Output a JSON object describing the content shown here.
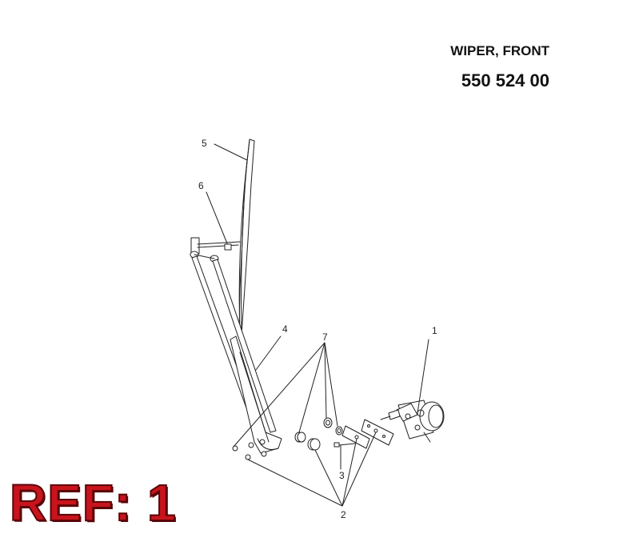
{
  "header": {
    "title": "WIPER, FRONT",
    "part_number": "550 524 00"
  },
  "callouts": {
    "c1": "1",
    "c2": "2",
    "c3": "3",
    "c4": "4",
    "c5": "5",
    "c6": "6",
    "c7": "7"
  },
  "badge": {
    "ref_label": "REF: 1"
  }
}
